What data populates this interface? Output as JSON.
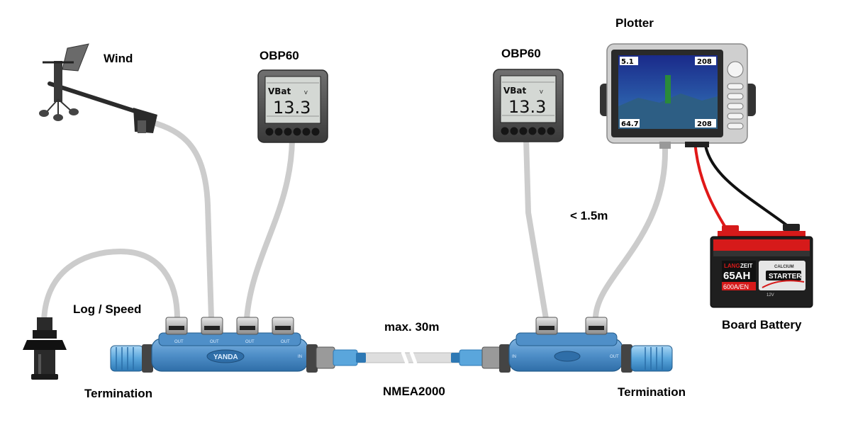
{
  "labels": {
    "wind": "Wind",
    "obp60_left": "OBP60",
    "obp60_right": "OBP60",
    "plotter": "Plotter",
    "log_speed": "Log / Speed",
    "termination_left": "Termination",
    "termination_right": "Termination",
    "max_length": "max. 30m",
    "nmea2000": "NMEA2000",
    "drop_length": "< 1.5m",
    "board_battery": "Board Battery"
  },
  "obp60_display": {
    "title": "VBat",
    "value": "13.3",
    "unit": "V"
  },
  "battery": {
    "brand_a": "LANG",
    "brand_b": "ZEIT",
    "capacity": "65AH",
    "cca": "600A/EN",
    "type": "STARTER",
    "tech": "CALCIUM",
    "voltage": "12V"
  },
  "connector_brand": "YANDA",
  "port_labels": {
    "out": "OUT",
    "in": "IN"
  },
  "plotter_screen": {
    "tl": "5.1",
    "tr": "208",
    "bl": "64.7",
    "br": "208"
  },
  "colors": {
    "connector_blue": "#4f8fc8",
    "connector_dark": "#2f6ea8",
    "cable_grey": "#cccccc",
    "wire_red": "#e01818",
    "wire_black": "#111111",
    "battery_red": "#d61a1a"
  }
}
